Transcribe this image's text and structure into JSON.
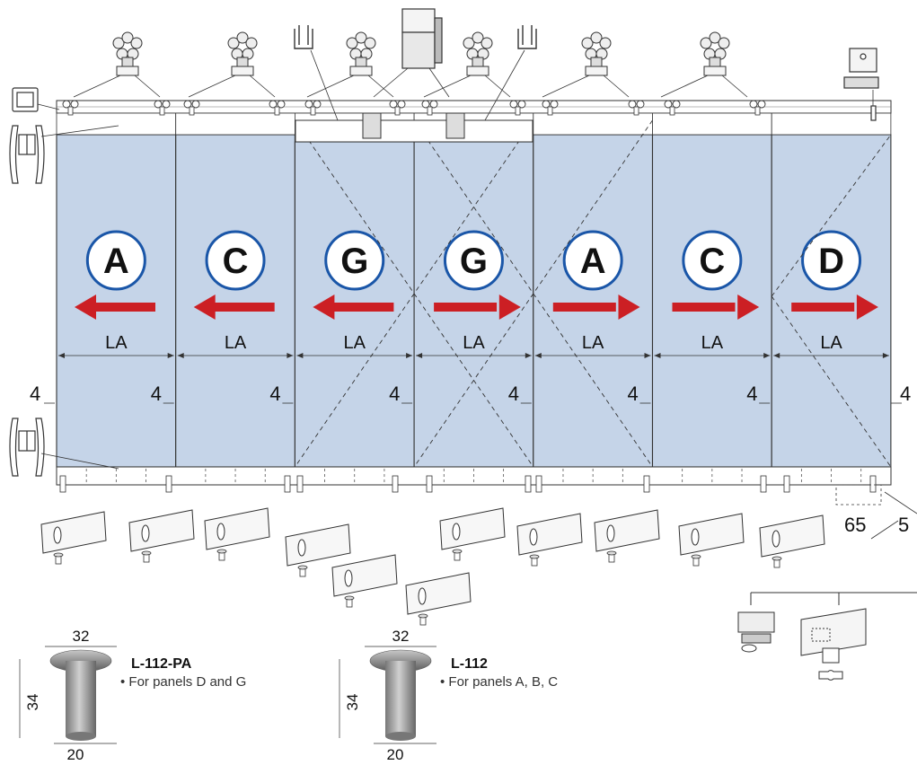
{
  "panels": [
    {
      "letter": "A",
      "direction": "left",
      "width_label": "LA"
    },
    {
      "letter": "C",
      "direction": "left",
      "width_label": "LA"
    },
    {
      "letter": "G",
      "direction": "left",
      "width_label": "LA"
    },
    {
      "letter": "G",
      "direction": "right",
      "width_label": "LA"
    },
    {
      "letter": "A",
      "direction": "right",
      "width_label": "LA"
    },
    {
      "letter": "C",
      "direction": "right",
      "width_label": "LA"
    },
    {
      "letter": "D",
      "direction": "right",
      "width_label": "LA"
    }
  ],
  "gap_label": "4",
  "corner_dims": {
    "depth": "65",
    "offset": "5"
  },
  "pins": [
    {
      "code": "L-112-PA",
      "description": "• For panels D and G",
      "top": "32",
      "height": "34",
      "bottom": "20"
    },
    {
      "code": "L-112",
      "description": "• For panels A, B, C",
      "top": "32",
      "height": "34",
      "bottom": "20"
    }
  ],
  "colors": {
    "glass": "#c5d4e8",
    "arrow": "#cc1f24",
    "line": "#333333"
  }
}
